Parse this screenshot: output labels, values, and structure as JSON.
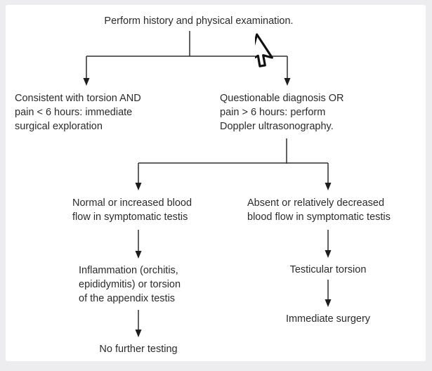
{
  "diagram": {
    "nodes": {
      "root": {
        "text": "Perform history and physical examination."
      },
      "torsion_consistent": {
        "lines": [
          "Consistent with torsion AND",
          "pain < 6 hours: immediate",
          "surgical exploration"
        ]
      },
      "questionable_diagnosis": {
        "lines": [
          "Questionable diagnosis OR",
          "pain > 6 hours: perform",
          "Doppler ultrasonography."
        ]
      },
      "normal_flow": {
        "lines": [
          "Normal or increased blood",
          "flow in symptomatic testis"
        ]
      },
      "decreased_flow": {
        "lines": [
          "Absent or relatively decreased",
          "blood flow in symptomatic testis"
        ]
      },
      "inflammation": {
        "lines": [
          "Inflammation (orchitis,",
          "epididymitis) or torsion",
          "of the appendix testis"
        ]
      },
      "no_further_testing": {
        "text": "No further testing"
      },
      "testicular_torsion": {
        "text": "Testicular torsion"
      },
      "immediate_surgery": {
        "text": "Immediate surgery"
      }
    },
    "edges": [
      {
        "from": "root",
        "to": "torsion_consistent"
      },
      {
        "from": "root",
        "to": "questionable_diagnosis"
      },
      {
        "from": "questionable_diagnosis",
        "to": "normal_flow"
      },
      {
        "from": "questionable_diagnosis",
        "to": "decreased_flow"
      },
      {
        "from": "normal_flow",
        "to": "inflammation"
      },
      {
        "from": "inflammation",
        "to": "no_further_testing"
      },
      {
        "from": "decreased_flow",
        "to": "testicular_torsion"
      },
      {
        "from": "testicular_torsion",
        "to": "immediate_surgery"
      }
    ],
    "cursor": {
      "icon": "arrow-pointer"
    },
    "colors": {
      "background": "#edecef",
      "panel": "#ffffff",
      "text": "#2b2b2b",
      "line": "#2e2e2e"
    }
  }
}
